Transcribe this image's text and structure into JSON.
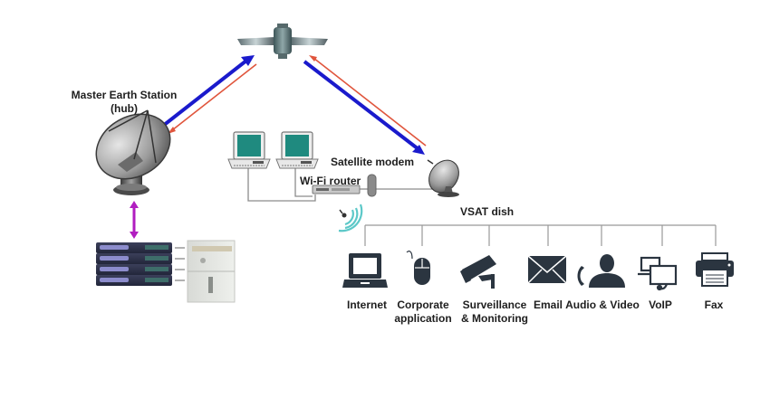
{
  "diagram": {
    "title": "VSAT satellite network",
    "nodes": {
      "satellite": {
        "name": "satellite"
      },
      "hub": {
        "label_line1": "Master Earth Station",
        "label_line2": "(hub)"
      },
      "modem": {
        "label": "Satellite modem"
      },
      "router": {
        "label": "Wi-Fi router"
      },
      "vsat": {
        "label": "VSAT dish"
      }
    },
    "services": [
      {
        "line1": "Internet",
        "line2": "",
        "icon": "laptop-icon"
      },
      {
        "line1": "Corporate",
        "line2": "application",
        "icon": "mouse-icon"
      },
      {
        "line1": "Surveillance",
        "line2": "& Monitoring",
        "icon": "cctv-camera-icon"
      },
      {
        "line1": "Email",
        "line2": "",
        "icon": "envelope-icon"
      },
      {
        "line1": "Audio & Video",
        "line2": "",
        "icon": "phone-user-icon"
      },
      {
        "line1": "VoIP",
        "line2": "",
        "icon": "voip-computers-icon"
      },
      {
        "line1": "Fax",
        "line2": "",
        "icon": "printer-icon"
      }
    ],
    "colors": {
      "uplink": "#1a1acc",
      "downlink": "#e0553c",
      "hub_link": "#b11ec0",
      "icon": "#2b3540",
      "wifi": "#5cc8c8",
      "screen": "#1f8a7f"
    }
  }
}
